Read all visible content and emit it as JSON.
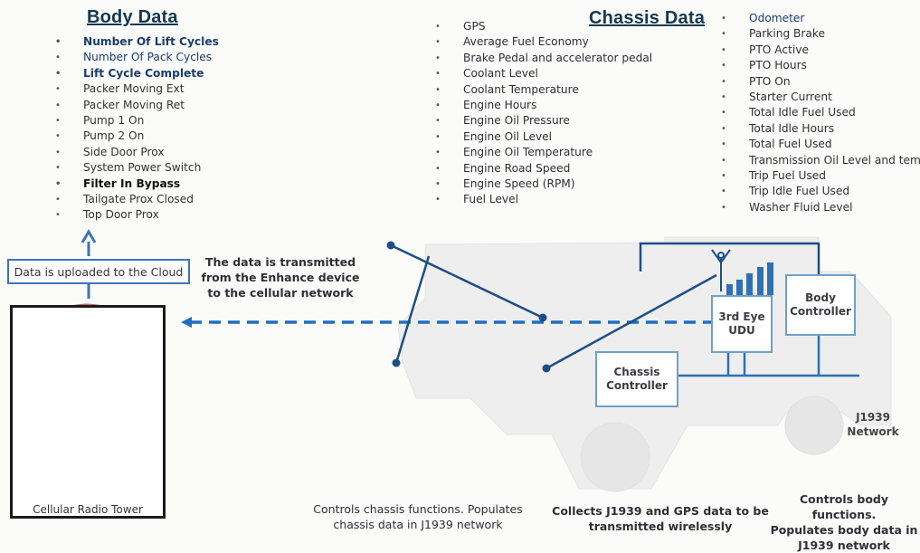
{
  "body_data": {
    "title_bold": "Body",
    "title_rest": " Data",
    "items": [
      "Number Of Lift Cycles",
      "Number Of Pack Cycles",
      "Lift Cycle Complete",
      "Packer Moving Ext",
      "Packer Moving Ret",
      "Pump 1 On",
      "Pump 2 On",
      "Side Door Prox",
      "System Power Switch",
      "Filter In Bypass",
      "Tailgate Prox Closed",
      "Top Door Prox"
    ]
  },
  "chassis_data": {
    "title": "Chassis Data",
    "column1": [
      "GPS",
      "Average Fuel Economy",
      "Brake Pedal and accelerator pedal",
      "Coolant Level",
      "Coolant Temperature",
      "Engine Hours",
      "Engine Oil Pressure",
      "Engine Oil Level",
      "Engine Oil Temperature",
      "Engine Road Speed",
      "Engine Speed (RPM)",
      "Fuel Level"
    ],
    "column2": [
      "Odometer",
      "Parking Brake",
      "PTO Active",
      "PTO Hours",
      "PTO On",
      "Starter Current",
      "Total Idle Fuel Used",
      "Total Idle Hours",
      "Total Fuel Used",
      "Transmission Oil Level and temp",
      "Trip Fuel Used",
      "Trip Idle Fuel Used",
      "Washer Fluid Level"
    ]
  },
  "cloud_box": "Data is uploaded to the Cloud",
  "transmit_caption": [
    "The data is transmitted",
    "from the Enhance device",
    "to the cellular network"
  ],
  "tower_label": "Cellular Radio Tower",
  "nodes": {
    "third_eye": [
      "3rd Eye",
      "UDU"
    ],
    "body_controller": [
      "Body",
      "Controller"
    ],
    "chassis_controller": [
      "Chassis",
      "Controller"
    ],
    "network": [
      "J1939",
      "Network"
    ]
  },
  "bottom_captions": {
    "chassis": [
      "Controls chassis functions. Populates",
      "chassis data in J1939 network"
    ],
    "udu": [
      "Collects J1939 and GPS data to be",
      "transmitted wirelessly"
    ],
    "body": [
      "Controls body functions.",
      "Populates body data in",
      "J1939 network"
    ]
  },
  "colors": {
    "heading": "#15384f",
    "connector": "#1e4e86",
    "node_border": "#6ea0cc",
    "signal_bars": "#2f6fb4",
    "tower": "#c9686c"
  }
}
